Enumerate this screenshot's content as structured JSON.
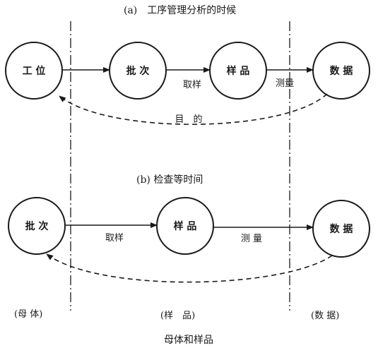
{
  "diagram_a": {
    "title": "(a)　工序管理分析的时候",
    "nodes": [
      "工 位",
      "批 次",
      "样 品",
      "数 据"
    ],
    "arrow_labels": [
      "取样",
      "测量"
    ],
    "feedback_label": "目　的"
  },
  "diagram_b": {
    "title": "(b) 检查等时间",
    "nodes": [
      "批 次",
      "样 品",
      "数 据"
    ],
    "arrow_labels": [
      "取样",
      "测 量"
    ],
    "zones": [
      "(母 体)",
      "(样　品)",
      "(数 据)"
    ]
  },
  "caption": "母体和样品"
}
